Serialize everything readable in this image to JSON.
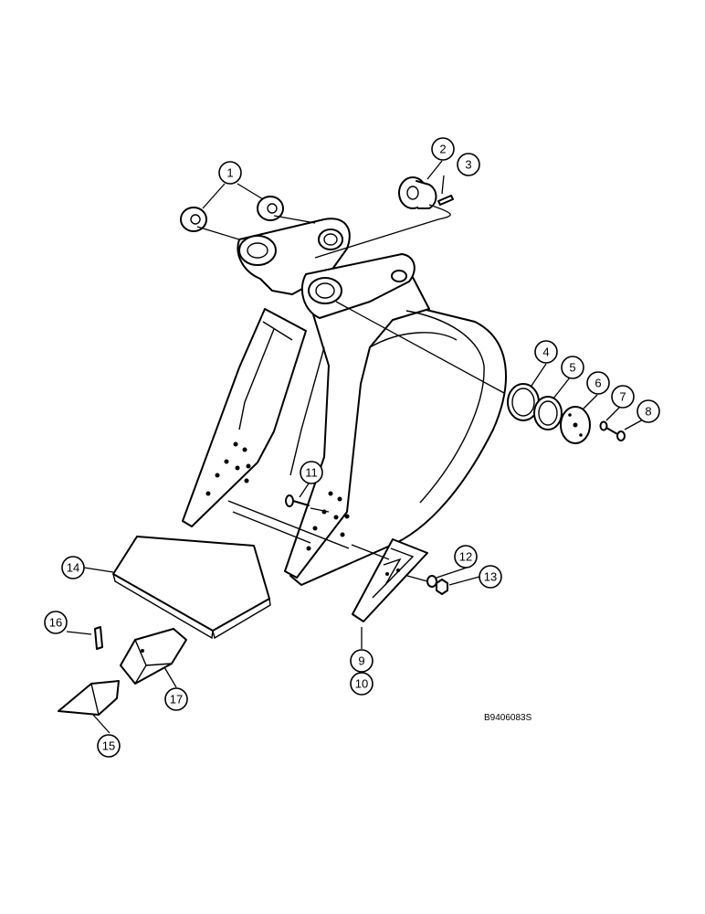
{
  "diagram": {
    "callouts": [
      {
        "id": "c1",
        "label": "1"
      },
      {
        "id": "c2",
        "label": "2"
      },
      {
        "id": "c3",
        "label": "3"
      },
      {
        "id": "c4",
        "label": "4"
      },
      {
        "id": "c5",
        "label": "5"
      },
      {
        "id": "c6",
        "label": "6"
      },
      {
        "id": "c7",
        "label": "7"
      },
      {
        "id": "c8",
        "label": "8"
      },
      {
        "id": "c9",
        "label": "9"
      },
      {
        "id": "c10",
        "label": "10"
      },
      {
        "id": "c11",
        "label": "11"
      },
      {
        "id": "c12",
        "label": "12"
      },
      {
        "id": "c13",
        "label": "13"
      },
      {
        "id": "c14",
        "label": "14"
      },
      {
        "id": "c15",
        "label": "15"
      },
      {
        "id": "c16",
        "label": "16"
      },
      {
        "id": "c17",
        "label": "17"
      }
    ],
    "reference_code": "B9406083S"
  }
}
